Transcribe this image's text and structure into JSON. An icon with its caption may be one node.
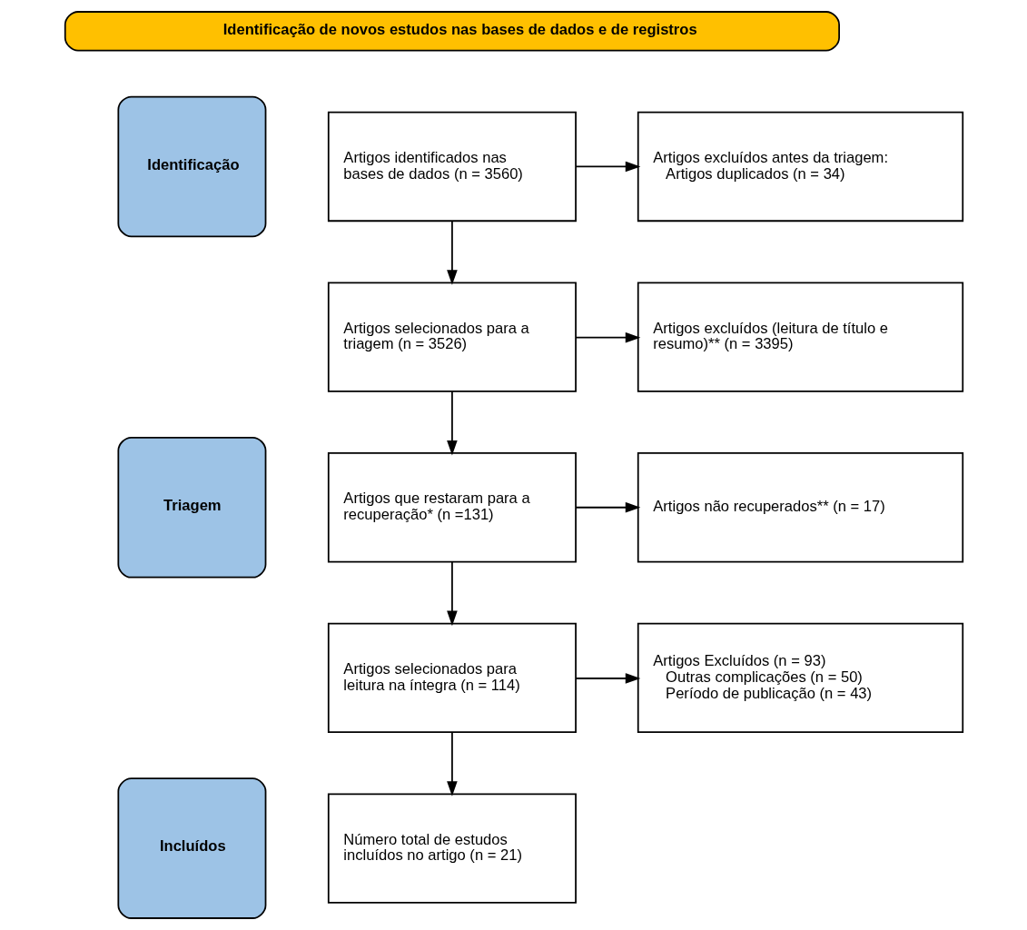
{
  "diagram": {
    "nodes": [
      {
        "text": [
          "Identificação de novos estudos nas bases de dados e de registros"
        ]
      },
      {
        "text": [
          "Identificação"
        ]
      },
      {
        "text": [
          "Triagem"
        ]
      },
      {
        "text": [
          "Incluídos"
        ]
      },
      {
        "text": [
          "Artigos identificados nas bases de dados (n = 3560)"
        ]
      },
      {
        "text": [
          "Artigos excluídos antes da triagem:",
          "Artigos duplicados (n = 34)"
        ]
      },
      {
        "text": [
          "Artigos selecionados para a triagem (n = 3526)"
        ]
      },
      {
        "text": [
          "Artigos excluídos (leitura de título e resumo)** (n = 3395)"
        ]
      },
      {
        "text": [
          "Artigos que restaram para a recuperação* (n =131)"
        ]
      },
      {
        "text": [
          "Artigos não recuperados** (n = 17)"
        ]
      },
      {
        "text": [
          "Artigos selecionados para leitura na íntegra (n = 114)"
        ]
      },
      {
        "text": [
          "Artigos Excluídos (n = 93)",
          "Outras complicações (n = 50)",
          "Período de publicação (n = 43)"
        ]
      },
      {
        "text": [
          "Número total de estudos incluídos no artigo (n = 21)"
        ]
      }
    ],
    "edges": [
      {
        "from": 4,
        "to": 5,
        "arrow": "to"
      },
      {
        "from": 4,
        "to": 6,
        "arrow": "to"
      },
      {
        "from": 6,
        "to": 7,
        "arrow": "to"
      },
      {
        "from": 6,
        "to": 8,
        "arrow": "to"
      },
      {
        "from": 8,
        "to": 9,
        "arrow": "to"
      },
      {
        "from": 8,
        "to": 10,
        "arrow": "to"
      },
      {
        "from": 10,
        "to": 11,
        "arrow": "to"
      },
      {
        "from": 10,
        "to": 12,
        "arrow": "to"
      }
    ]
  }
}
